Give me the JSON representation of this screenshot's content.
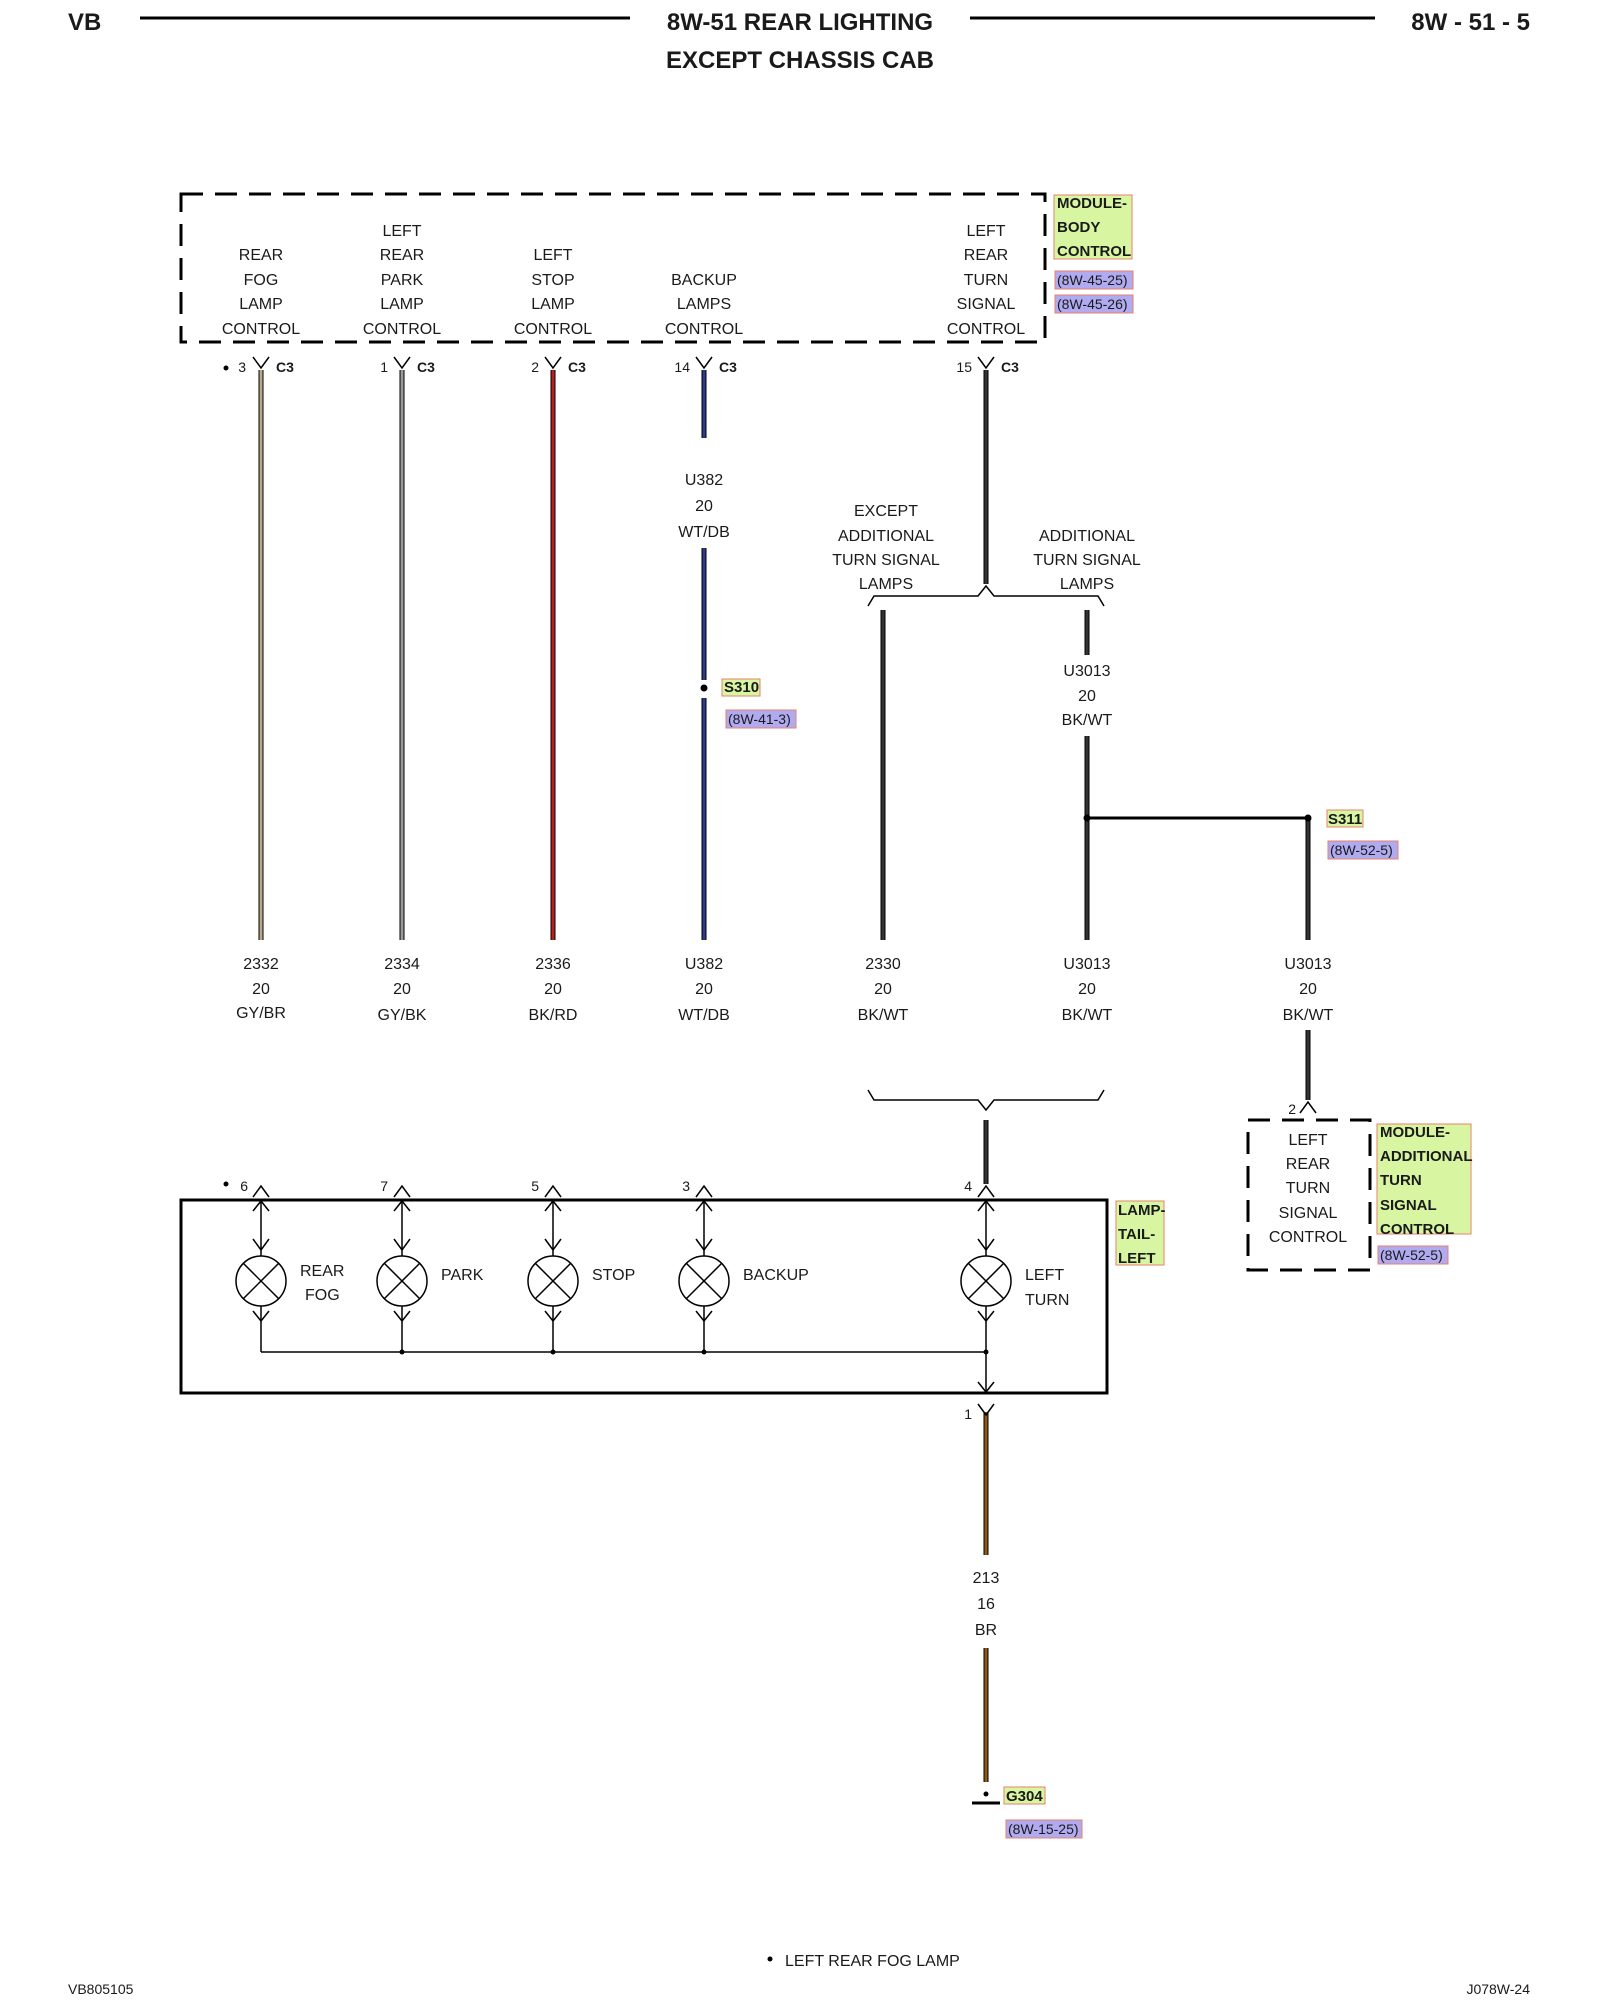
{
  "header": {
    "left": "VB",
    "title_line1": "8W-51 REAR LIGHTING",
    "title_line2": "EXCEPT CHASSIS CAB",
    "right": "8W - 51 - 5"
  },
  "colors": {
    "tag_highlight": "#d8f5a2",
    "tag_border": "#e8826b",
    "ref_highlight": "#b0aaf0",
    "wire_GY/BR": "#b9a98a",
    "wire_GY/BK": "#9a9a9a",
    "wire_BK/RD": "#b52020",
    "wire_WT/DB": "#2f3a8a",
    "wire_BK/WT": "#333333",
    "wire_BR": "#8a5a12"
  },
  "body_module": {
    "name_lines": [
      "MODULE-",
      "BODY",
      "CONTROL"
    ],
    "refs": [
      "(8W-45-25)",
      "(8W-45-26)"
    ],
    "circuits": [
      {
        "lines": [
          "REAR",
          "FOG",
          "LAMP",
          "CONTROL"
        ],
        "pin": "3",
        "connector": "C3",
        "marked": true
      },
      {
        "lines": [
          "LEFT",
          "REAR",
          "PARK",
          "LAMP",
          "CONTROL"
        ],
        "pin": "1",
        "connector": "C3",
        "marked": false
      },
      {
        "lines": [
          "LEFT",
          "STOP",
          "LAMP",
          "CONTROL"
        ],
        "pin": "2",
        "connector": "C3",
        "marked": false
      },
      {
        "lines": [
          "BACKUP",
          "LAMPS",
          "CONTROL"
        ],
        "pin": "14",
        "connector": "C3",
        "marked": false
      },
      {
        "lines": [
          "LEFT",
          "REAR",
          "TURN",
          "SIGNAL",
          "CONTROL"
        ],
        "pin": "15",
        "connector": "C3",
        "marked": false
      }
    ]
  },
  "upper_wire_label": {
    "circuit": "U382",
    "gauge": "20",
    "color": "WT/DB"
  },
  "branch_labels": {
    "left": [
      "EXCEPT",
      "ADDITIONAL",
      "TURN SIGNAL",
      "LAMPS"
    ],
    "right": [
      "ADDITIONAL",
      "TURN SIGNAL",
      "LAMPS"
    ]
  },
  "branch_wire_label": {
    "circuit": "U3013",
    "gauge": "20",
    "color": "BK/WT"
  },
  "splices": {
    "s310": {
      "name": "S310",
      "ref": "(8W-41-3)"
    },
    "s311": {
      "name": "S311",
      "ref": "(8W-52-5)"
    }
  },
  "wires": [
    {
      "circuit": "2332",
      "gauge": "20",
      "color": "GY/BR"
    },
    {
      "circuit": "2334",
      "gauge": "20",
      "color": "GY/BK"
    },
    {
      "circuit": "2336",
      "gauge": "20",
      "color": "BK/RD"
    },
    {
      "circuit": "U382",
      "gauge": "20",
      "color": "WT/DB"
    },
    {
      "circuit": "2330",
      "gauge": "20",
      "color": "BK/WT"
    },
    {
      "circuit": "U3013",
      "gauge": "20",
      "color": "BK/WT"
    },
    {
      "circuit": "U3013",
      "gauge": "20",
      "color": "BK/WT"
    }
  ],
  "tail_lamp": {
    "name_lines": [
      "LAMP-",
      "TAIL-",
      "LEFT"
    ],
    "pins": [
      "6",
      "7",
      "5",
      "3",
      "4"
    ],
    "bulbs": [
      {
        "lines": [
          "REAR",
          "FOG"
        ]
      },
      {
        "lines": [
          "PARK"
        ]
      },
      {
        "lines": [
          "STOP"
        ]
      },
      {
        "lines": [
          "BACKUP"
        ]
      },
      {
        "lines": [
          "LEFT",
          "TURN"
        ]
      }
    ],
    "ground_pin": "1"
  },
  "ats_module": {
    "name_lines": [
      "MODULE-",
      "ADDITIONAL",
      "TURN",
      "SIGNAL",
      "CONTROL"
    ],
    "ref": "(8W-52-5)",
    "lines": [
      "LEFT",
      "REAR",
      "TURN",
      "SIGNAL",
      "CONTROL"
    ],
    "pin": "2"
  },
  "ground_wire": {
    "circuit": "213",
    "gauge": "16",
    "color": "BR"
  },
  "ground": {
    "name": "G304",
    "ref": "(8W-15-25)"
  },
  "footnote": "LEFT REAR FOG LAMP",
  "footer": {
    "left": "VB805105",
    "right": "J078W-24"
  }
}
